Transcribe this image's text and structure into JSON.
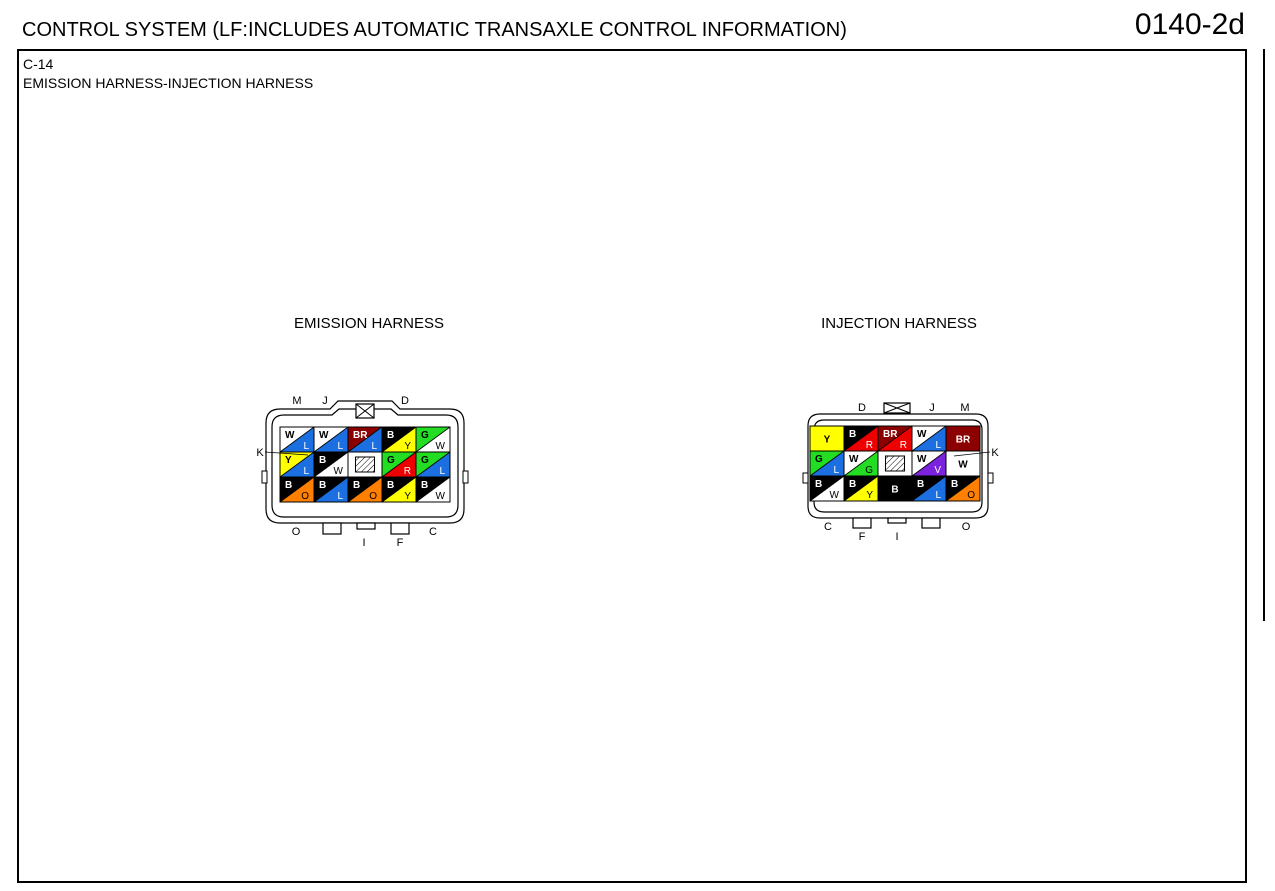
{
  "header": {
    "title": "CONTROL SYSTEM (LF:INCLUDES AUTOMATIC TRANSAXLE CONTROL INFORMATION)",
    "page_id": "0140-2d"
  },
  "connector": {
    "code": "C-14",
    "name": "EMISSION HARNESS-INJECTION HARNESS"
  },
  "colors": {
    "W": "#ffffff",
    "L": "#1c6fe0",
    "BR": "#8b0000",
    "B": "#000000",
    "G": "#22dd22",
    "Y": "#ffff00",
    "R": "#ee0000",
    "O": "#ff8000",
    "V": "#7a22dd"
  },
  "emission": {
    "title": "EMISSION HARNESS",
    "letters_top": [
      "M",
      "J",
      "D"
    ],
    "letter_left": "K",
    "letters_bottom": [
      "O",
      "I",
      "F",
      "C"
    ],
    "rows": [
      [
        {
          "a": "W",
          "b": "L"
        },
        {
          "a": "W",
          "b": "L"
        },
        {
          "a": "BR",
          "b": "L"
        },
        {
          "a": "B",
          "b": "Y"
        },
        {
          "a": "G",
          "b": "W"
        }
      ],
      [
        {
          "a": "Y",
          "b": "L"
        },
        {
          "a": "B",
          "b": "W"
        },
        {
          "blank": true
        },
        {
          "a": "G",
          "b": "R"
        },
        {
          "a": "G",
          "b": "L"
        }
      ],
      [
        {
          "a": "B",
          "b": "O"
        },
        {
          "a": "B",
          "b": "L"
        },
        {
          "a": "B",
          "b": "O"
        },
        {
          "a": "B",
          "b": "Y"
        },
        {
          "a": "B",
          "b": "W"
        }
      ]
    ]
  },
  "injection": {
    "title": "INJECTION HARNESS",
    "letters_top": [
      "D",
      "J",
      "M"
    ],
    "letter_right": "K",
    "letters_bottom": [
      "C",
      "F",
      "I",
      "O"
    ],
    "rows": [
      [
        {
          "a": "Y"
        },
        {
          "a": "B",
          "b": "R"
        },
        {
          "a": "BR",
          "b": "R"
        },
        {
          "a": "W",
          "b": "L"
        },
        {
          "a": "BR"
        }
      ],
      [
        {
          "a": "G",
          "b": "L"
        },
        {
          "a": "W",
          "b": "G"
        },
        {
          "blank": true
        },
        {
          "a": "W",
          "b": "V"
        },
        {
          "a": "W"
        }
      ],
      [
        {
          "a": "B",
          "b": "W"
        },
        {
          "a": "B",
          "b": "Y"
        },
        {
          "a": "B"
        },
        {
          "a": "B",
          "b": "L"
        },
        {
          "a": "B",
          "b": "O"
        }
      ]
    ]
  }
}
